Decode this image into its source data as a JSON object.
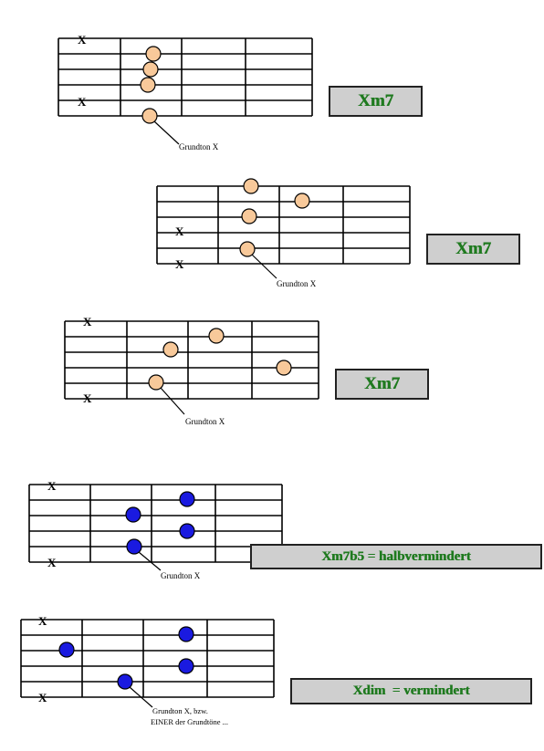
{
  "colors": {
    "dot_light": "#F8C99A",
    "dot_dark": "#1A1AE0",
    "label_bg": "#CFCFCF",
    "label_text": "#1F7A1F"
  },
  "diagrams": [
    {
      "name": "Xm7",
      "label": "Xm7",
      "note": "Grundton X",
      "mute_marks": [
        "X",
        "X"
      ],
      "dot_style": "light"
    },
    {
      "name": "Xm7",
      "label": "Xm7",
      "note": "Grundton X",
      "mute_marks": [
        "X",
        "X"
      ],
      "dot_style": "light"
    },
    {
      "name": "Xm7",
      "label": "Xm7",
      "note": "Grundton X",
      "mute_marks": [
        "X",
        "X"
      ],
      "dot_style": "light"
    },
    {
      "name": "Xm7b5",
      "label": "Xm7b5 = halbvermindert",
      "note": "Grundton X",
      "mute_marks": [
        "X",
        "X"
      ],
      "dot_style": "dark"
    },
    {
      "name": "Xdim",
      "label": "Xdim  = vermindert",
      "note": "Grundton X, bzw.",
      "note2": "EINER der Grundtöne ...",
      "mute_marks": [
        "X",
        "X"
      ],
      "dot_style": "dark"
    }
  ]
}
